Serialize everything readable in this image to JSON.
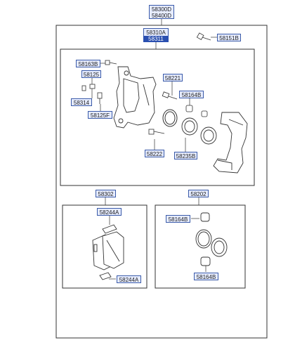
{
  "diagram": {
    "top_labels": [
      "58300D",
      "58400D"
    ],
    "kit_highlight": [
      "58310A",
      "58311"
    ],
    "parts": {
      "p58151B": "58151B",
      "p58163B": "58163B",
      "p58125": "58125",
      "p58314": "58314",
      "p58125F": "58125F",
      "p58221": "58221",
      "p58164B_top": "58164B",
      "p58222": "58222",
      "p58235B": "58235B",
      "p58302": "58302",
      "p58244A_top": "58244A",
      "p58244A_bottom": "58244A",
      "p58202": "58202",
      "p58164B_kit_top": "58164B",
      "p58164B_kit_bottom": "58164B"
    },
    "colors": {
      "label_fill": "#e6ecff",
      "label_border": "#3a5aa8",
      "highlight_fill": "#2a4fb0",
      "line": "#333333"
    }
  }
}
